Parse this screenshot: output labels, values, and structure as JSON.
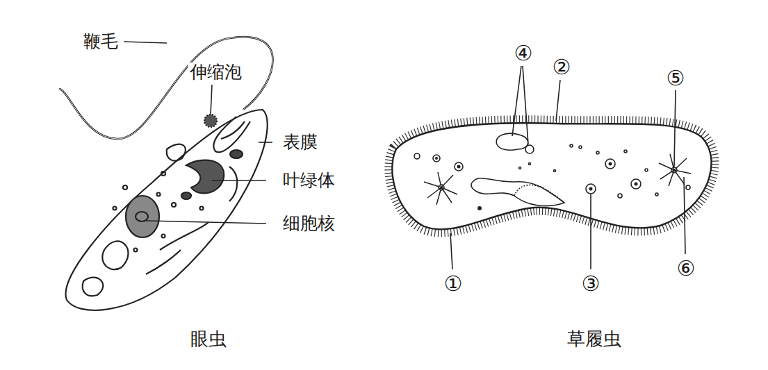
{
  "diagram": {
    "labels": [
      "鞭毛",
      "伸缩泡",
      "表膜",
      "叶绿体",
      "细胞核",
      "④",
      "②",
      "⑤",
      "①",
      "③",
      "⑥",
      "眼虫",
      "草履虫"
    ]
  }
}
